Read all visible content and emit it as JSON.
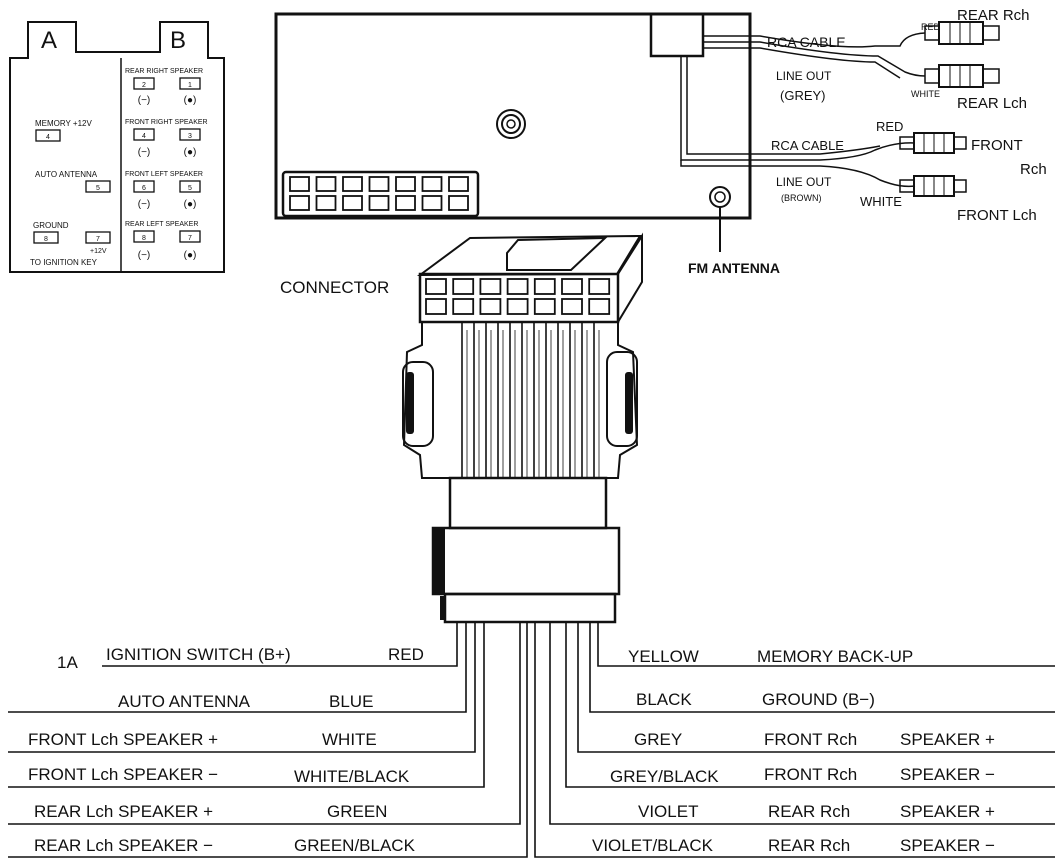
{
  "iso_panel": {
    "label_a": "A",
    "label_b": "B",
    "a_pins": [
      {
        "label": "MEMORY +12V",
        "num": "4"
      },
      {
        "label": "AUTO ANTENNA",
        "num": "5"
      },
      {
        "label": "GROUND",
        "num": "8"
      },
      {
        "label": "",
        "num": "7"
      }
    ],
    "a_plus12": "+12V",
    "a_ignition": "TO IGNITION KEY",
    "b_groups": [
      {
        "label": "REAR RIGHT SPEAKER",
        "neg": "2",
        "pos": "1"
      },
      {
        "label": "FRONT RIGHT SPEAKER",
        "neg": "4",
        "pos": "3"
      },
      {
        "label": "FRONT LEFT SPEAKER",
        "neg": "6",
        "pos": "5"
      },
      {
        "label": "REAR LEFT SPEAKER",
        "neg": "8",
        "pos": "7"
      }
    ],
    "neg_sign": "(−)",
    "pos_sign": "(●)"
  },
  "rca": {
    "rear_cable": "RCA CABLE",
    "rear_line_out": "LINE OUT",
    "rear_color": "(GREY)",
    "rear_red": "RED",
    "rear_white": "WHITE",
    "rear_r": "REAR Rch",
    "rear_l": "REAR Lch",
    "front_cable": "RCA CABLE",
    "front_line_out": "LINE OUT",
    "front_color": "(BROWN)",
    "front_red": "RED",
    "front_white": "WHITE",
    "front_r1": "FRONT",
    "front_r2": "Rch",
    "front_l": "FRONT Lch"
  },
  "fm_antenna": "FM ANTENNA",
  "connector": "CONNECTOR",
  "fuse": "1A",
  "left_wires": [
    {
      "function": "IGNITION SWITCH (B+)",
      "color": "RED"
    },
    {
      "function": "AUTO ANTENNA",
      "color": "BLUE"
    },
    {
      "function": "FRONT  Lch  SPEAKER +",
      "color": "WHITE"
    },
    {
      "function": "FRONT  Lch  SPEAKER −",
      "color": "WHITE/BLACK"
    },
    {
      "function": "REAR  Lch  SPEAKER +",
      "color": "GREEN"
    },
    {
      "function": "REAR  Lch  SPEAKER −",
      "color": "GREEN/BLACK"
    }
  ],
  "right_wires": [
    {
      "color": "YELLOW",
      "function": "MEMORY BACK-UP",
      "polarity": ""
    },
    {
      "color": "BLACK",
      "function": "GROUND (B−)",
      "polarity": ""
    },
    {
      "color": "GREY",
      "function": "FRONT Rch",
      "polarity": "SPEAKER +"
    },
    {
      "color": "GREY/BLACK",
      "function": "FRONT Rch",
      "polarity": "SPEAKER −"
    },
    {
      "color": "VIOLET",
      "function": "REAR Rch",
      "polarity": "SPEAKER +"
    },
    {
      "color": "VIOLET/BLACK",
      "function": "REAR Rch",
      "polarity": "SPEAKER −"
    }
  ]
}
